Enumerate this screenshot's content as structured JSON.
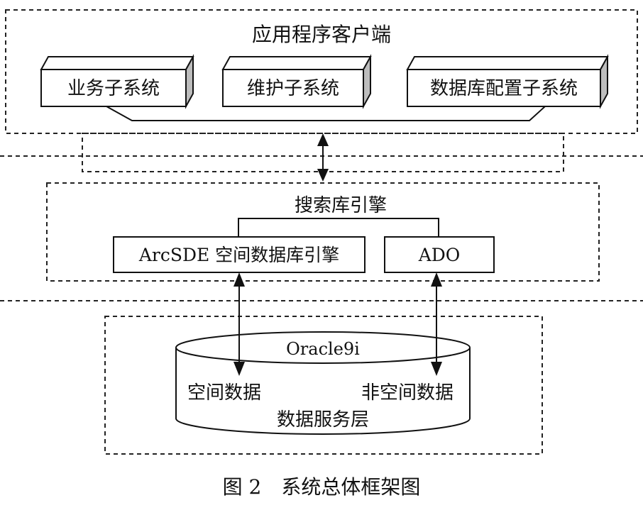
{
  "client_layer": {
    "title": "应用程序客户端",
    "subsystems": [
      "业务子系统",
      "维护子系统",
      "数据库配置子系统"
    ]
  },
  "engine_layer": {
    "title": "搜索库引擎",
    "components": [
      "ArcSDE 空间数据库引擎",
      "ADO"
    ]
  },
  "data_layer": {
    "database": "Oracle9i",
    "spatial_data": "空间数据",
    "nonspatial_data": "非空间数据",
    "title": "数据服务层"
  },
  "caption": "图 2　系统总体框架图"
}
